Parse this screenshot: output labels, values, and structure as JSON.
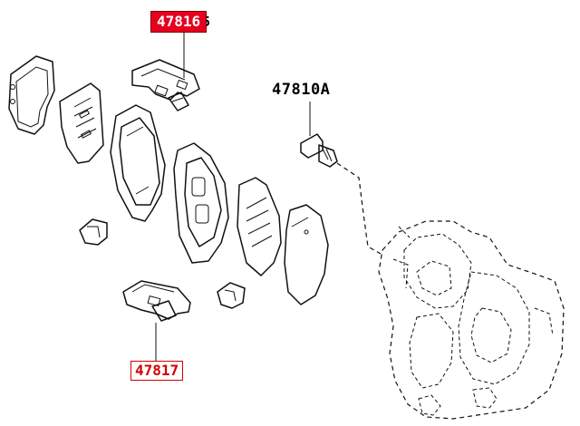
{
  "callouts": {
    "part_47816": "47816",
    "part_47817": "47817"
  },
  "labels": {
    "part_47810A": "47810A",
    "tail_47816": "5"
  },
  "colors": {
    "highlight_red": "#e6001e",
    "outline_red": "#d40000",
    "line": "#111111"
  }
}
